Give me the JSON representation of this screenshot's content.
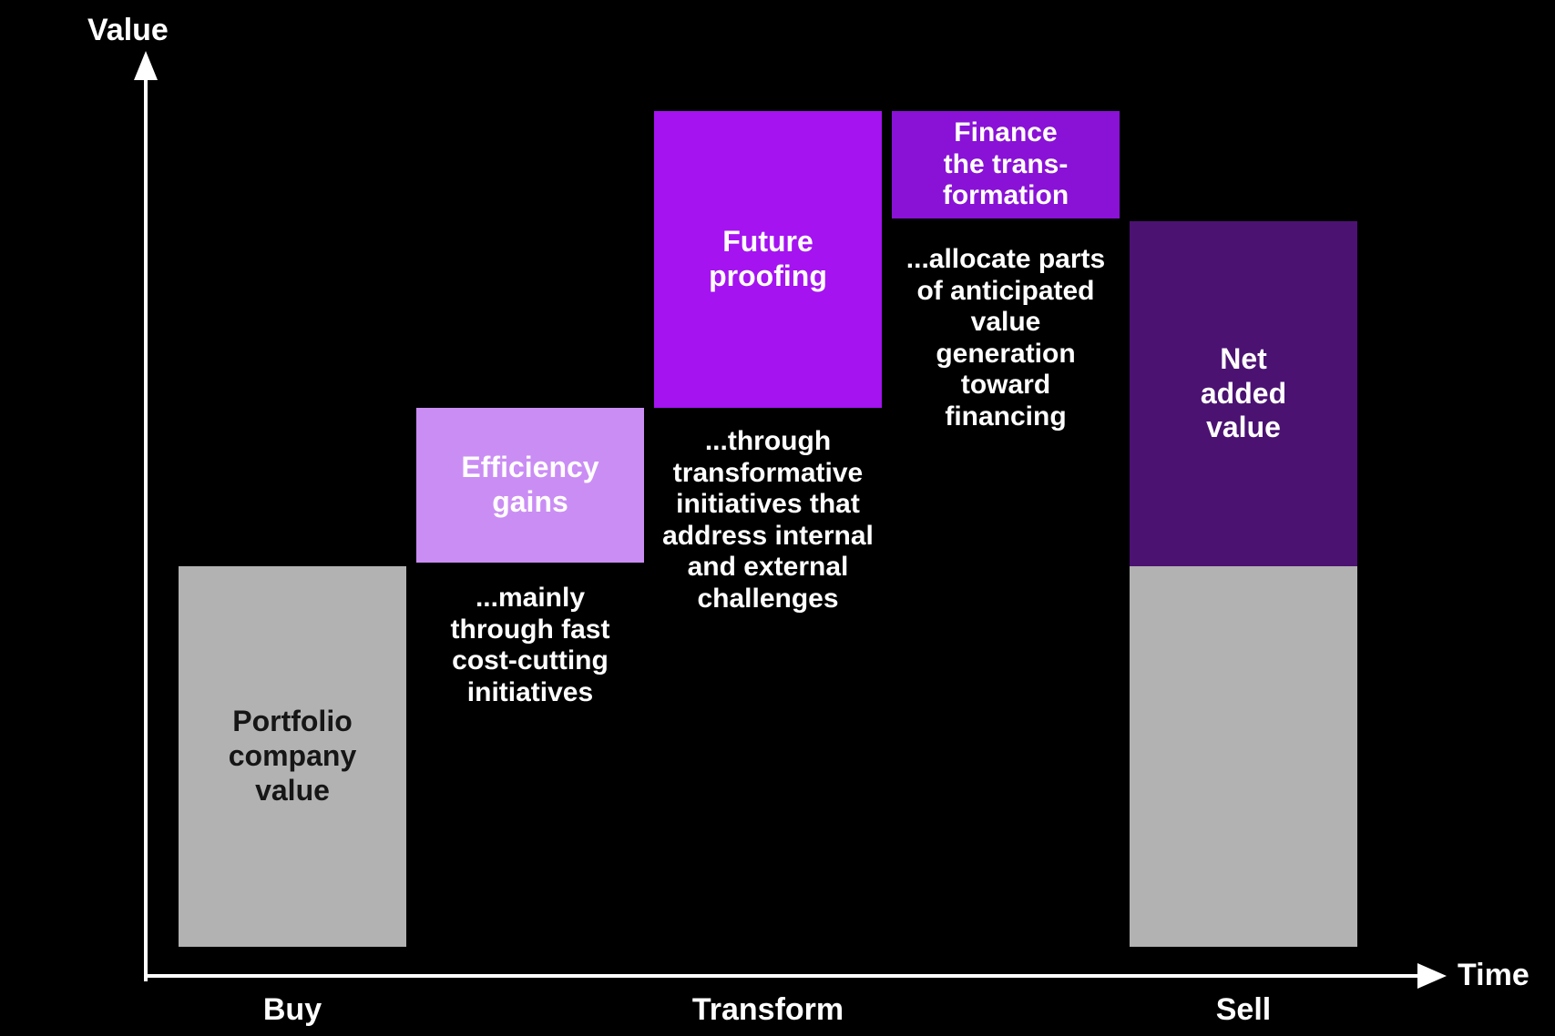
{
  "axes": {
    "y_label": "Value",
    "x_label": "Time",
    "x_ticks": [
      "Buy",
      "Transform",
      "Sell"
    ]
  },
  "colors": {
    "background": "#000000",
    "axis": "#ffffff",
    "gray_bar": "#b2b2b2",
    "light_purple": "#ca8df4",
    "bright_purple": "#a413f0",
    "medium_purple": "#8912d6",
    "dark_purple": "#4b1272",
    "text_on_gray": "#161616",
    "text_white": "#ffffff"
  },
  "chart_data": {
    "type": "waterfall",
    "title": "",
    "xlabel": "Time",
    "ylabel": "Value",
    "x_phases": [
      "Buy",
      "Transform",
      "Sell"
    ],
    "legend": "none",
    "grid": false,
    "ylim": [
      0,
      230
    ],
    "steps": [
      {
        "label": "Portfolio company value",
        "role": "base",
        "start": 0,
        "end": 100,
        "value": 100,
        "color": "#b2b2b2",
        "phase": "Buy"
      },
      {
        "label": "Efficiency gains",
        "role": "increase",
        "start": 100,
        "end": 141,
        "value": 41,
        "color": "#ca8df4",
        "phase": "Transform",
        "note": "...mainly through fast cost-cutting initiatives"
      },
      {
        "label": "Future proofing",
        "role": "increase",
        "start": 141,
        "end": 219,
        "value": 78,
        "color": "#a413f0",
        "phase": "Transform",
        "note": "...through transformative initiatives that address internal and external challenges"
      },
      {
        "label": "Finance the transformation",
        "role": "decrease",
        "start": 219,
        "end": 191,
        "value": -28,
        "color": "#8912d6",
        "phase": "Transform",
        "note": "...allocate parts of anticipated value generation toward financing"
      },
      {
        "label": "Net added value",
        "role": "total",
        "start": 0,
        "end": 191,
        "value": 191,
        "base_component": 100,
        "net_added_component": 91,
        "color": "#4b1272",
        "phase": "Sell"
      }
    ]
  },
  "bars": {
    "portfolio": {
      "label": "Portfolio\ncompany\nvalue"
    },
    "efficiency": {
      "label": "Efficiency\ngains",
      "caption": "...mainly\nthrough fast\ncost-cutting\ninitiatives"
    },
    "future": {
      "label": "Future\nproofing",
      "caption": "...through\ntransformative\ninitiatives that\naddress internal\nand external\nchallenges"
    },
    "finance": {
      "label": "Finance\nthe trans-\nformation",
      "caption": "...allocate parts\nof anticipated\nvalue\ngeneration\ntoward\nfinancing"
    },
    "net": {
      "label": "Net\nadded\nvalue"
    }
  }
}
